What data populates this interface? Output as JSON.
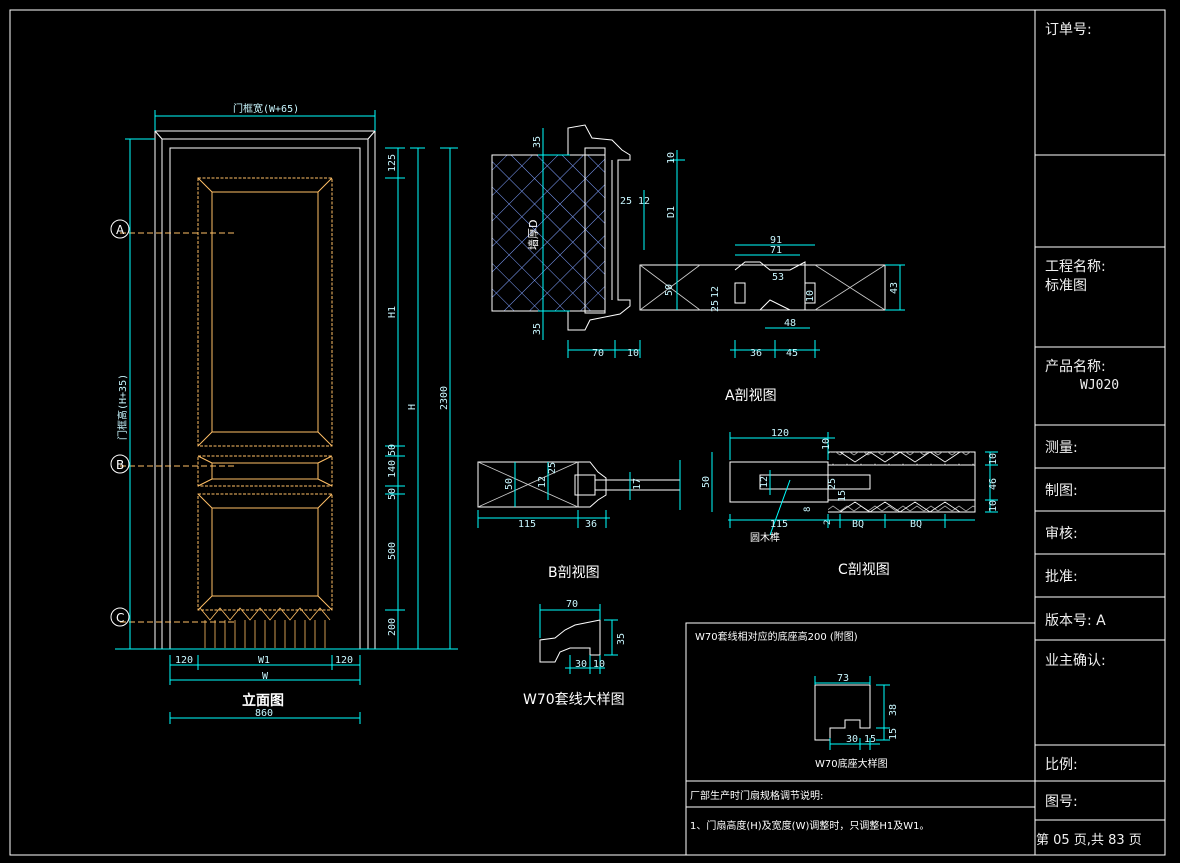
{
  "title_block": {
    "order_no_label": "订单号:",
    "project_name_label": "工程名称:",
    "project_name_value": "标准图",
    "product_name_label": "产品名称:",
    "product_name_value": "WJ020",
    "measure_label": "测量:",
    "draft_label": "制图:",
    "review_label": "审核:",
    "approve_label": "批准:",
    "version_label": "版本号: A",
    "owner_confirm_label": "业主确认:",
    "scale_label": "比例:",
    "drawing_no_label": "图号:",
    "page_info": "第 05 页,共 83 页"
  },
  "elevation": {
    "top_label": "门框宽(W+65)",
    "height_label": "门框高(H+35)",
    "marker_a": "A",
    "marker_b": "B",
    "marker_c": "C",
    "dim_125": "125",
    "dim_h1": "H1",
    "dim_50a": "50",
    "dim_140": "140",
    "dim_50b": "50",
    "dim_500": "500",
    "dim_200": "200",
    "dim_H": "H",
    "dim_2300": "2300",
    "dim_120a": "120",
    "dim_w1": "W1",
    "dim_120b": "120",
    "dim_w": "W",
    "dim_860": "860",
    "caption": "立面图"
  },
  "section_a": {
    "wall_label": "墙厚D",
    "dim_35a": "35",
    "dim_35b": "35",
    "dim_10a": "10",
    "dim_d1": "D1",
    "dim_25": "25",
    "dim_12a": "12",
    "dim_91": "91",
    "dim_71": "71",
    "dim_50": "50",
    "dim_12b": "12",
    "dim_25b": "25",
    "dim_53": "53",
    "dim_10b": "10",
    "dim_43": "43",
    "dim_48": "48",
    "dim_70": "70",
    "dim_10c": "10",
    "dim_36": "36",
    "dim_45": "45",
    "caption": "A剖视图"
  },
  "section_b": {
    "dim_50": "50",
    "dim_12": "12",
    "dim_25": "25",
    "dim_17": "17",
    "dim_115": "115",
    "dim_36": "36",
    "caption": "B剖视图"
  },
  "section_c": {
    "dim_120": "120",
    "dim_10a": "10",
    "dim_50": "50",
    "dim_12": "12",
    "dim_25": "25",
    "dim_15": "15",
    "dim_10b": "10",
    "dim_46": "46",
    "dim_10c": "10",
    "dim_115": "115",
    "dim_8": "8",
    "dim_2": "2",
    "dim_bq1": "BQ",
    "dim_bq2": "BQ",
    "dowel_label": "圆木榫",
    "caption": "C剖视图"
  },
  "w70_detail": {
    "dim_70": "70",
    "dim_35": "35",
    "dim_30": "30",
    "dim_10": "10",
    "caption": "W70套线大样图"
  },
  "base_detail": {
    "heading": "W70套线相对应的底座高200 (附图)",
    "dim_73": "73",
    "dim_38": "38",
    "dim_30": "30",
    "dim_15a": "15",
    "dim_15b": "15",
    "caption": "W70底座大样图"
  },
  "notes": {
    "heading": "厂部生产时门扇规格调节说明:",
    "line1": "1、门扇高度(H)及宽度(W)调整时，只调整H1及W1。"
  },
  "colors": {
    "background": "#000000",
    "frame": "#ffffff",
    "dimension": "#00ffff",
    "panel": "#ffbf66",
    "hatch": "#7fa0ff"
  }
}
